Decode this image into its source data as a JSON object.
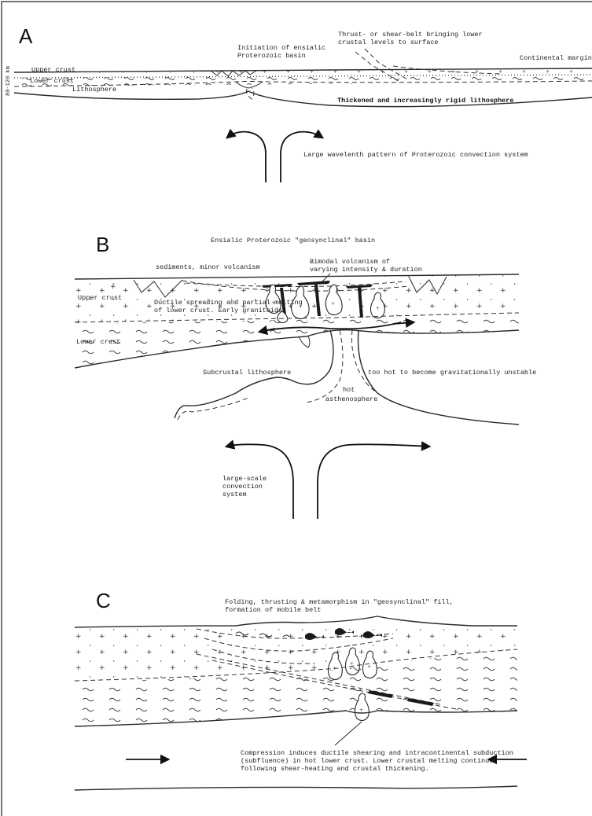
{
  "panels": {
    "a": {
      "letter": "A",
      "initiation_line1": "Initiation of ensialic",
      "initiation_line2": "Proterozoic basin",
      "thrust_line1": "Thrust- or shear-belt bringing lower",
      "thrust_line2": "crustal levels to surface",
      "continental_margin": "Continental margin",
      "upper_crust": "Upper crust",
      "lower_crust": "Lower crust",
      "lithosphere": "Lithosphere",
      "depth_scale": "80-120 km",
      "thickened": "Thickened and increasingly rigid lithosphere",
      "convection": "Large wavelenth pattern of Proterozoic convection system"
    },
    "b": {
      "letter": "B",
      "basin_title": "Ensialic Proterozoic \"geosynclinal\" basin",
      "sediments": "sediments, minor volcanism",
      "bimodal_line1": "Bimodal volcanism of",
      "bimodal_line2": "varying intensity & duration",
      "upper_crust": "Upper crust",
      "ductile_line1": "Ductile spreading and partial melting",
      "ductile_line2": "of lower crust. Early granitoids.",
      "lower_crust": "Lower crust",
      "subcrustal": "Subcrustal lithosphere",
      "too_hot": "too hot to become gravitationally unstable",
      "hot": "hot",
      "asthenosphere": "asthenosphere",
      "convection_line1": "large-scale",
      "convection_line2": "convection",
      "convection_line3": "system"
    },
    "c": {
      "letter": "C",
      "folding_line1": "Folding, thrusting & metamorphism in \"geosynclinal\" fill,",
      "folding_line2": "formation of mobile belt",
      "compression_line1": "Compression induces ductile shearing and intracontinental subduction",
      "compression_line2": "(subfluence) in hot lower crust. Lower crustal melting continues",
      "compression_line3": "following shear-heating and crustal thickening."
    }
  }
}
